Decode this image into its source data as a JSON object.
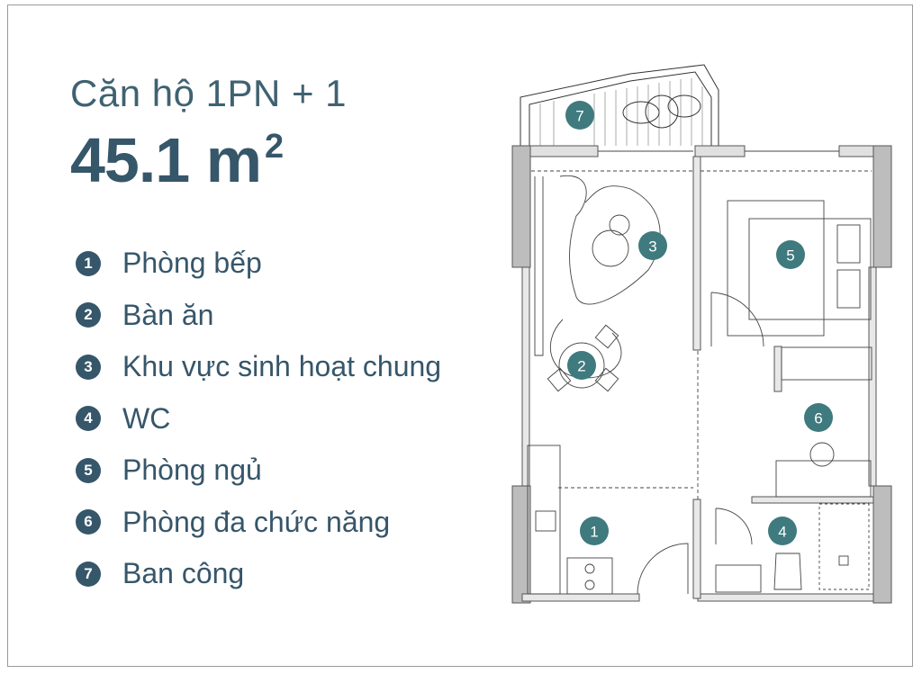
{
  "header": {
    "title": "Căn hộ 1PN + 1",
    "area_value": "45.1 m",
    "area_unit_sup": "2"
  },
  "legend": [
    {
      "num": "1",
      "label": "Phòng bếp"
    },
    {
      "num": "2",
      "label": "Bàn ăn"
    },
    {
      "num": "3",
      "label": "Khu vực sinh hoạt chung"
    },
    {
      "num": "4",
      "label": "WC"
    },
    {
      "num": "5",
      "label": "Phòng ngủ"
    },
    {
      "num": "6",
      "label": "Phòng đa chức năng"
    },
    {
      "num": "7",
      "label": "Ban công"
    }
  ],
  "plan_markers": [
    "1",
    "2",
    "3",
    "4",
    "5",
    "6",
    "7"
  ],
  "colors": {
    "text": "#36566a",
    "marker": "#3f7a7e",
    "wall": "#b5b5b5"
  }
}
